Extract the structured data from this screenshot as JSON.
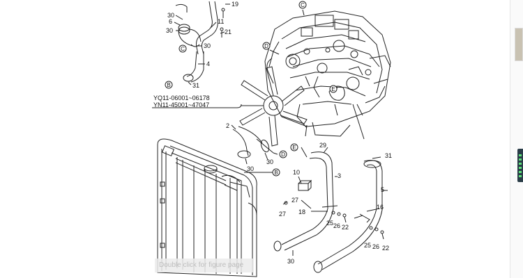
{
  "viewer": {
    "hint_text": "Double click for figure page"
  },
  "diagram": {
    "serials": [
      "YQ11-06001~06178",
      "YN11-45001~47047"
    ],
    "callouts": [
      {
        "id": "c19",
        "text": "19"
      },
      {
        "id": "c30a",
        "text": "30"
      },
      {
        "id": "c6",
        "text": "6"
      },
      {
        "id": "c30b",
        "text": "30"
      },
      {
        "id": "c11",
        "text": "11"
      },
      {
        "id": "c21",
        "text": "21"
      },
      {
        "id": "c30c",
        "text": "30"
      },
      {
        "id": "c4",
        "text": "4"
      },
      {
        "id": "c31a",
        "text": "31"
      },
      {
        "id": "c2",
        "text": "2"
      },
      {
        "id": "c30d",
        "text": "30"
      },
      {
        "id": "c30e",
        "text": "30"
      },
      {
        "id": "c29",
        "text": "29"
      },
      {
        "id": "c31b",
        "text": "31"
      },
      {
        "id": "c3",
        "text": "3"
      },
      {
        "id": "c10",
        "text": "10"
      },
      {
        "id": "c5",
        "text": "5"
      },
      {
        "id": "c27a",
        "text": "27"
      },
      {
        "id": "c18",
        "text": "18"
      },
      {
        "id": "c27b",
        "text": "27"
      },
      {
        "id": "c16",
        "text": "16"
      },
      {
        "id": "c25a",
        "text": "25"
      },
      {
        "id": "c26a",
        "text": "26"
      },
      {
        "id": "c22a",
        "text": "22"
      },
      {
        "id": "c25b",
        "text": "25"
      },
      {
        "id": "c26b",
        "text": "26"
      },
      {
        "id": "c22b",
        "text": "22"
      },
      {
        "id": "c30f",
        "text": "30"
      }
    ],
    "letters": [
      {
        "id": "lc1",
        "text": "C"
      },
      {
        "id": "lc2",
        "text": "C"
      },
      {
        "id": "ld1",
        "text": "D"
      },
      {
        "id": "ld2",
        "text": "D"
      },
      {
        "id": "lb1",
        "text": "B"
      },
      {
        "id": "lb2",
        "text": "B"
      },
      {
        "id": "le1",
        "text": "E"
      },
      {
        "id": "le2",
        "text": "E"
      }
    ]
  }
}
